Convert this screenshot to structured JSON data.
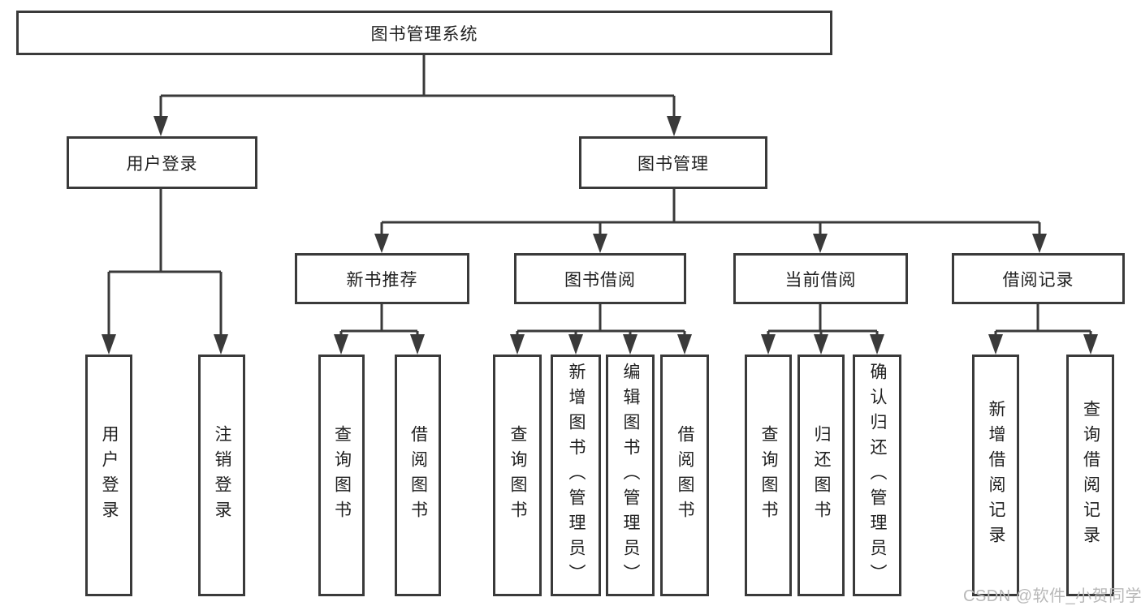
{
  "diagram": {
    "title": "图书管理系统",
    "hierarchy": {
      "图书管理系统": {
        "用户登录": [
          "用户登录",
          "注销登录"
        ],
        "图书管理": {
          "新书推荐": [
            "查询图书",
            "借阅图书"
          ],
          "图书借阅": [
            "查询图书",
            "新增图书（管理员）",
            "编辑图书（管理员）",
            "借阅图书"
          ],
          "当前借阅": [
            "查询图书",
            "归还图书",
            "确认归还（管理员）"
          ],
          "借阅记录": [
            "新增借阅记录",
            "查询借阅记录"
          ]
        }
      }
    }
  },
  "nodes": {
    "root": {
      "label": "图书管理系统"
    },
    "userLogin": {
      "label": "用户登录"
    },
    "bookMgmt": {
      "label": "图书管理"
    },
    "newBookRec": {
      "label": "新书推荐"
    },
    "bookBorrow": {
      "label": "图书借阅"
    },
    "curBorrow": {
      "label": "当前借阅"
    },
    "borrowRec": {
      "label": "借阅记录"
    },
    "leafUserLogin": {
      "label": "用户登录"
    },
    "leafLogout": {
      "label": "注销登录"
    },
    "recQuery": {
      "label": "查询图书"
    },
    "recBorrow": {
      "label": "借阅图书"
    },
    "bbQuery": {
      "label": "查询图书"
    },
    "bbAdd": {
      "label": "新增图书（管理员）"
    },
    "bbEdit": {
      "label": "编辑图书（管理员）"
    },
    "bbBorrow": {
      "label": "借阅图书"
    },
    "cbQuery": {
      "label": "查询图书"
    },
    "cbReturn": {
      "label": "归还图书"
    },
    "cbConfirm": {
      "label": "确认归还（管理员）"
    },
    "brAdd": {
      "label": "新增借阅记录"
    },
    "brQuery": {
      "label": "查询借阅记录"
    }
  },
  "colors": {
    "line": "#3a3a3a",
    "text": "#1f1f1f",
    "watermark": "#b8b8b8",
    "background": "#ffffff"
  },
  "watermark": {
    "text": "CSDN @软件_小贺同学"
  }
}
